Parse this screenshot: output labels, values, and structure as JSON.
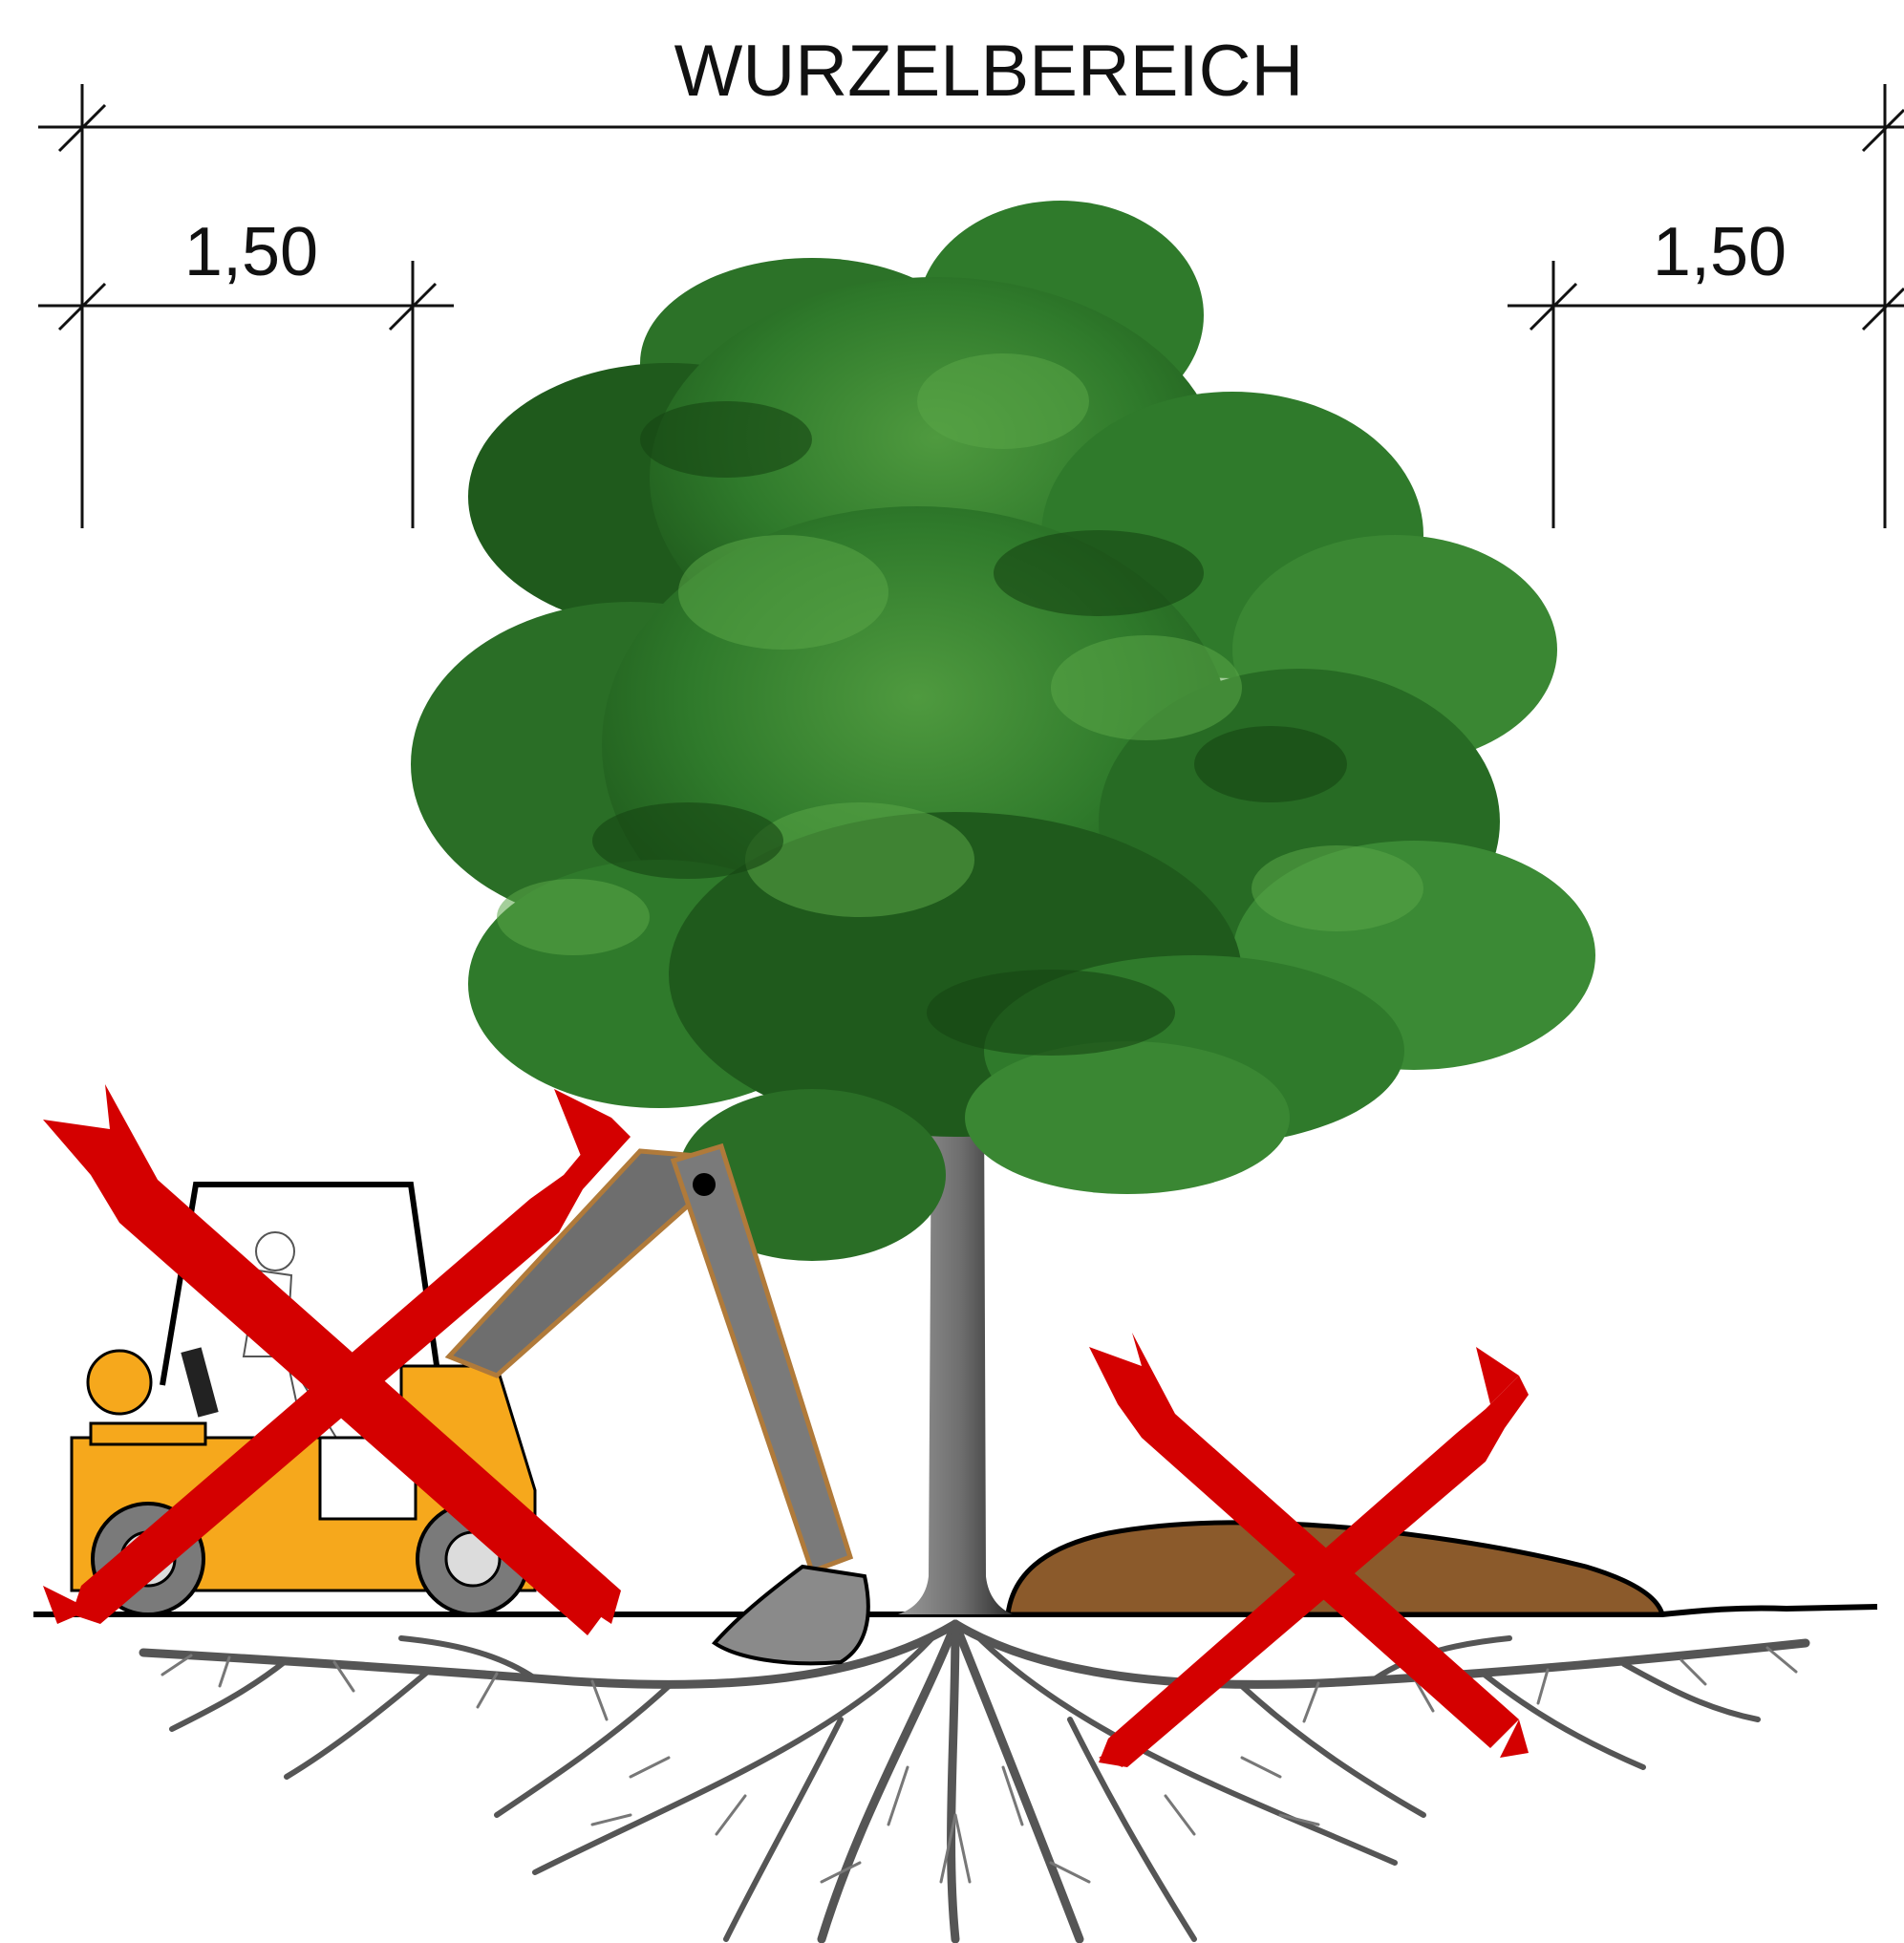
{
  "labels": {
    "title": "WURZELBEREICH",
    "dim_left": "1,50",
    "dim_right": "1,50"
  },
  "colors": {
    "foliage_dark": "#1f5a1c",
    "foliage_mid": "#2f7a2b",
    "foliage_light": "#4f9a3f",
    "trunk": "#7a7a7a",
    "roots": "#5a5a5a",
    "soil_pile": "#8b5a2b",
    "excavator_body": "#f6a81c",
    "excavator_arm": "#6e6e6e",
    "prohibition_cross": "#d40000",
    "ground_line": "#000000"
  },
  "icons": {
    "cross_left": "prohibition-cross-icon",
    "cross_right": "prohibition-cross-icon",
    "machine": "excavator-icon",
    "tree": "tree-icon",
    "soil": "soil-pile-icon"
  }
}
